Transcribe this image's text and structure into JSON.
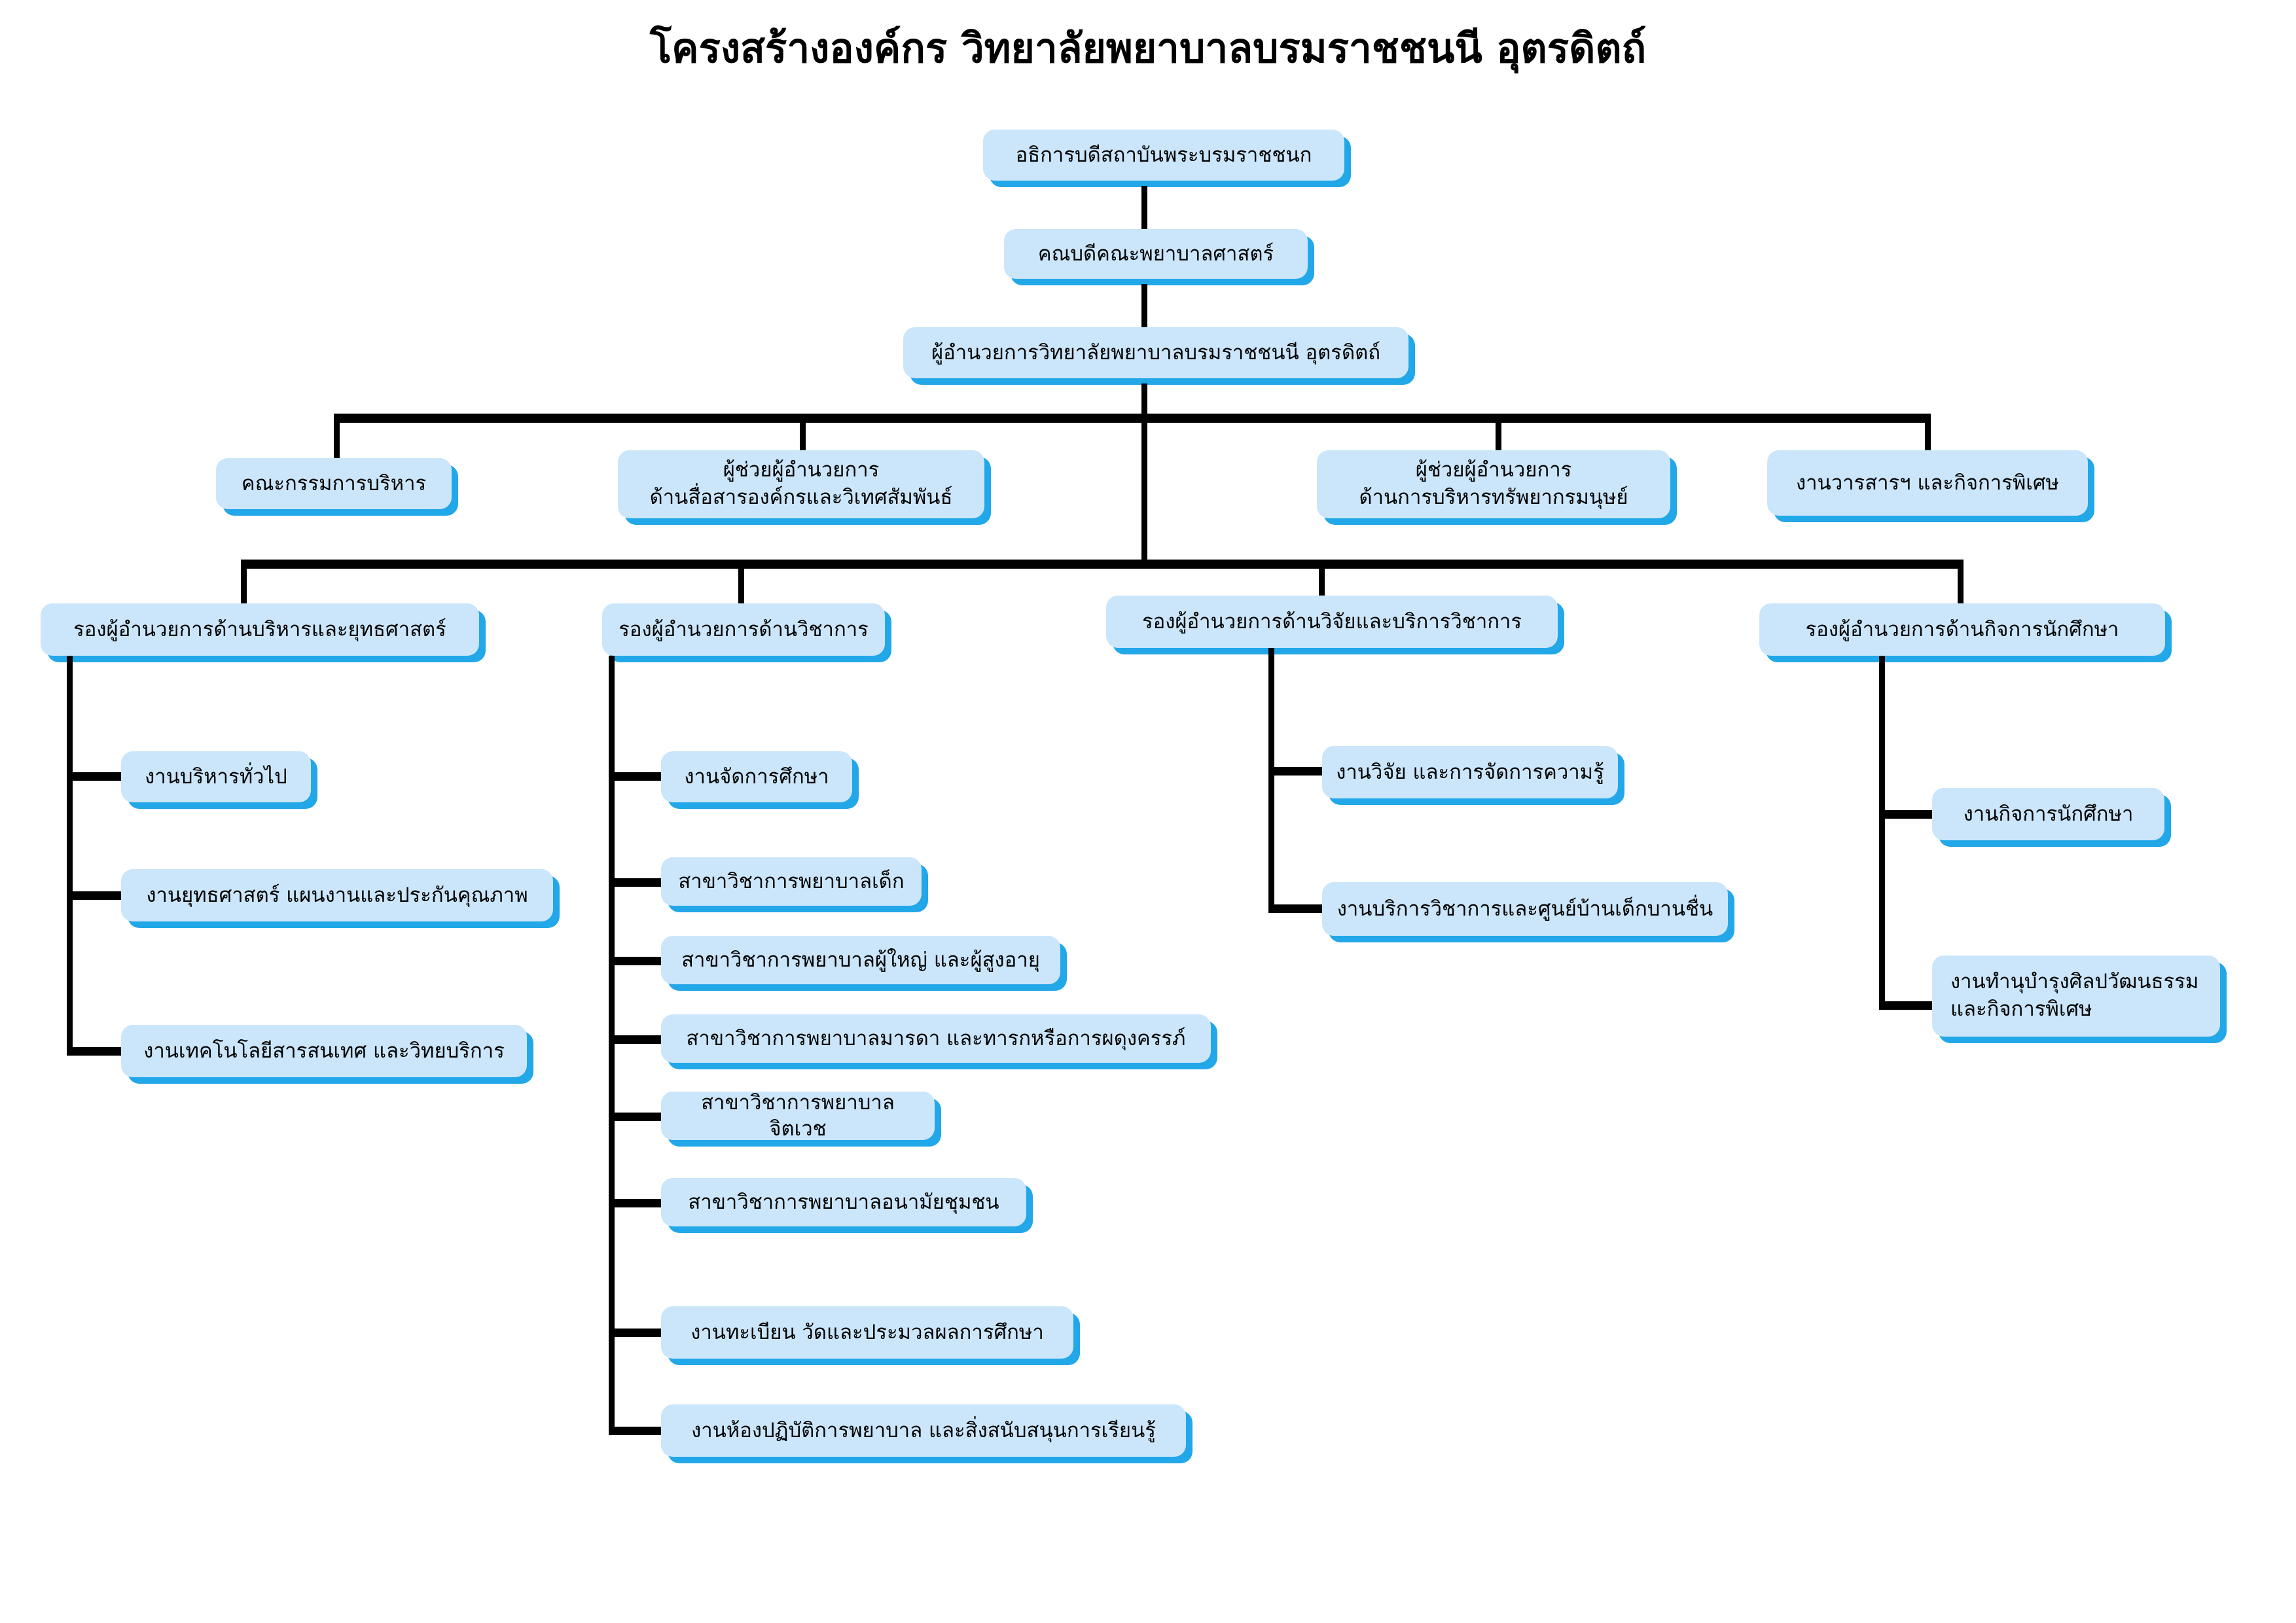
{
  "title": "โครงสร้างองค์กร วิทยาลัยพยาบาลบรมราชชนนี อุตรดิตถ์",
  "colors": {
    "node_fill": "#cbe6fa",
    "node_shadow": "#22a7e8",
    "connector": "#000000",
    "text": "#000000",
    "background": "#ffffff"
  },
  "nodes": {
    "rector": "อธิการบดีสถาบันพระบรมราชชนก",
    "dean": "คณบดีคณะพยาบาลศาสตร์",
    "director": "ผู้อำนวยการวิทยาลัยพยาบาลบรมราชชนนี อุตรดิตถ์",
    "level2": [
      {
        "label": "คณะกรรมการบริหาร"
      },
      {
        "label_line1": "ผู้ช่วยผู้อำนวยการ",
        "label_line2": "ด้านสื่อสารองค์กรและวิเทศสัมพันธ์"
      },
      {
        "label_line1": "ผู้ช่วยผู้อำนวยการ",
        "label_line2": "ด้านการบริหารทรัพยากรมนุษย์"
      },
      {
        "label": "งานวารสารฯ และกิจการพิเศษ"
      }
    ],
    "deputies": [
      {
        "label": "รองผู้อำนวยการด้านบริหารและยุทธศาสตร์"
      },
      {
        "label": "รองผู้อำนวยการด้านวิชาการ"
      },
      {
        "label": "รองผู้อำนวยการด้านวิจัยและบริการวิชาการ"
      },
      {
        "label": "รองผู้อำนวยการด้านกิจการนักศึกษา"
      }
    ],
    "admin_children": [
      "งานบริหารทั่วไป",
      "งานยุทธศาสตร์ แผนงานและประกันคุณภาพ",
      "งานเทคโนโลยีสารสนเทศ และวิทยบริการ"
    ],
    "academic_children": [
      "งานจัดการศึกษา",
      "สาขาวิชาการพยาบาลเด็ก",
      "สาขาวิชาการพยาบาลผู้ใหญ่ และผู้สูงอายุ",
      "สาขาวิชาการพยาบาลมารดา และทารกหรือการผดุงครรภ์",
      "สาขาวิชาการพยาบาลจิตเวช",
      "สาขาวิชาการพยาบาลอนามัยชุมชน",
      "งานทะเบียน วัดและประมวลผลการศึกษา",
      "งานห้องปฏิบัติการพยาบาล และสิ่งสนับสนุนการเรียนรู้"
    ],
    "research_children": [
      "งานวิจัย และการจัดการความรู้",
      "งานบริการวิชาการและศูนย์บ้านเด็กบานชื่น"
    ],
    "student_children": [
      {
        "label": "งานกิจการนักศึกษา"
      },
      {
        "label_line1": "งานทำนุบำรุงศิลปวัฒนธรรม",
        "label_line2": "และกิจการพิเศษ"
      }
    ]
  }
}
